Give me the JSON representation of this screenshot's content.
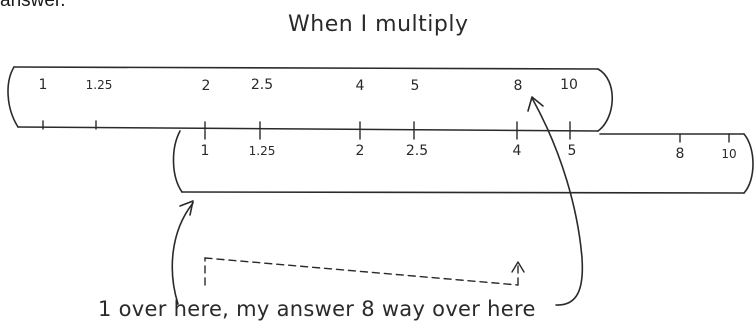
{
  "top_fragment": "answer.",
  "title": "When I multiply",
  "caption": "1 over here, my answer 8 way over here",
  "upper_rule_labels": [
    "1",
    "1.25",
    "2",
    "2.5",
    "4",
    "5",
    "8",
    "10"
  ],
  "lower_rule_labels": [
    "1",
    "1.25",
    "2",
    "2.5",
    "4",
    "5",
    "8",
    "10"
  ],
  "colors": {
    "ink": "#2a2a2a",
    "background": "#ffffff"
  }
}
